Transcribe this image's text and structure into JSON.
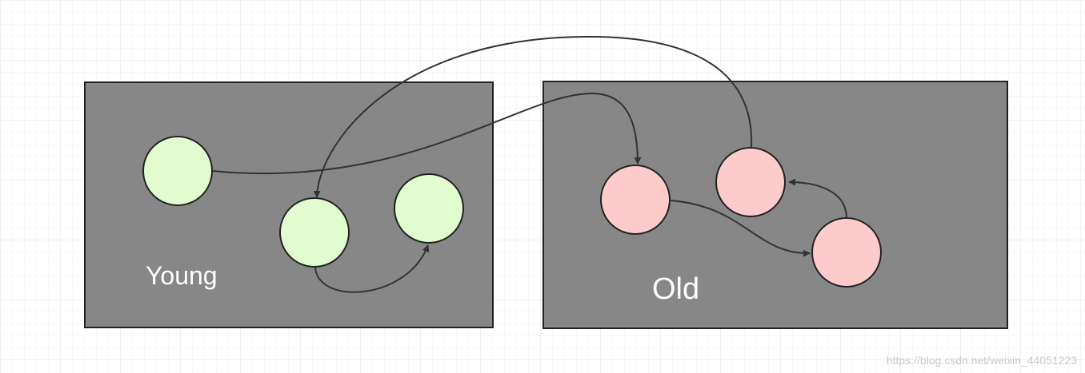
{
  "regions": {
    "young": {
      "label": "Young"
    },
    "old": {
      "label": "Old"
    }
  },
  "colors": {
    "background": "#ffffff",
    "grid_minor": "#f2f2f2",
    "grid_major": "#e6e6e6",
    "region_fill": "#878787",
    "region_stroke": "#222222",
    "young_object_fill": "#e1fccf",
    "old_object_fill": "#fdcbcb",
    "arrow_stroke": "#333333",
    "label_text": "#ffffff",
    "watermark": "#c9c9c9"
  },
  "watermark": {
    "text": "https://blog.csdn.net/weixin_44051223"
  },
  "nodes": [
    {
      "id": "young-object-1",
      "region": "Young"
    },
    {
      "id": "young-object-2",
      "region": "Young"
    },
    {
      "id": "young-object-3",
      "region": "Young"
    },
    {
      "id": "old-object-1",
      "region": "Old"
    },
    {
      "id": "old-object-2",
      "region": "Old"
    },
    {
      "id": "old-object-3",
      "region": "Old"
    }
  ],
  "edges": [
    {
      "from": "young-object-1",
      "to": "old-object-1"
    },
    {
      "from": "young-object-2",
      "to": "young-object-3"
    },
    {
      "from": "old-object-1",
      "to": "old-object-3"
    },
    {
      "from": "old-object-3",
      "to": "old-object-2"
    },
    {
      "from": "old-object-2",
      "to": "young-object-2"
    }
  ]
}
